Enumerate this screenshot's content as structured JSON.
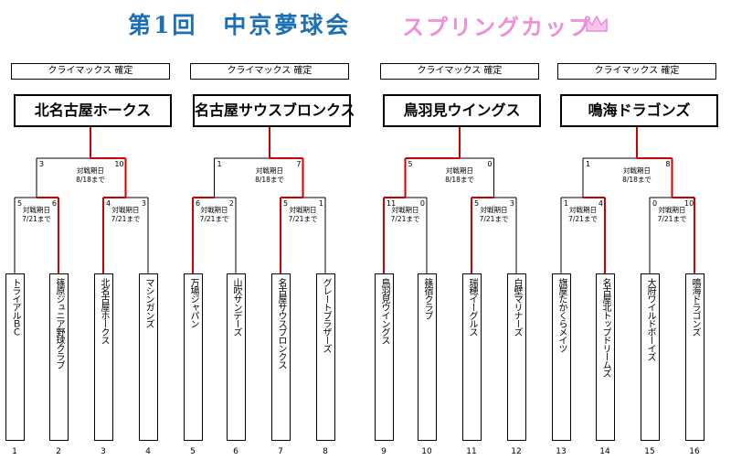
{
  "header": {
    "title": "第1回　中京夢球会",
    "subtitle": "スプリングカップ"
  },
  "blocks": [
    {
      "status": "クライマックス 確定",
      "winner": "北名古屋ホークス"
    },
    {
      "status": "クライマックス 確定",
      "winner": "名古屋サウスブロンクス"
    },
    {
      "status": "クライマックス 確定",
      "winner": "鳥羽見ウイングス"
    },
    {
      "status": "クライマックス 確定",
      "winner": "鳴海ドラゴンズ"
    }
  ],
  "teams": [
    {
      "no": "1",
      "name": "トライアルＢＣ"
    },
    {
      "no": "2",
      "name": "篠原ジュニア野球クラブ"
    },
    {
      "no": "3",
      "name": "北名古屋ホークス"
    },
    {
      "no": "4",
      "name": "マシンガンズ"
    },
    {
      "no": "5",
      "name": "万場ジャパン"
    },
    {
      "no": "6",
      "name": "山吹サンデーズ"
    },
    {
      "no": "7",
      "name": "名古屋サウスブロンクス"
    },
    {
      "no": "8",
      "name": "グレートブラザーズ"
    },
    {
      "no": "9",
      "name": "鳥羽見ウイングス"
    },
    {
      "no": "10",
      "name": "篠宿クラブ"
    },
    {
      "no": "11",
      "name": "瑞穂イーグルス"
    },
    {
      "no": "12",
      "name": "白壁マリナーズ"
    },
    {
      "no": "13",
      "name": "旗屋たかくらメイツ"
    },
    {
      "no": "14",
      "name": "名古屋北トップドリームズ"
    },
    {
      "no": "15",
      "name": "大府ワイルドボーイズ"
    },
    {
      "no": "16",
      "name": "鳴海ドラゴンズ"
    }
  ],
  "first_round": [
    {
      "score_left": "5",
      "score_right": "6",
      "label": "対戦期日",
      "deadline": "7/21まで",
      "winner": "right"
    },
    {
      "score_left": "4",
      "score_right": "3",
      "label": "対戦期日",
      "deadline": "7/21まで",
      "winner": "left"
    },
    {
      "score_left": "6",
      "score_right": "2",
      "label": "対戦期日",
      "deadline": "7/21まで",
      "winner": "left"
    },
    {
      "score_left": "5",
      "score_right": "1",
      "label": "対戦期日",
      "deadline": "7/21まで",
      "winner": "left"
    },
    {
      "score_left": "11",
      "score_right": "0",
      "label": "対戦期日",
      "deadline": "7/21まで",
      "winner": "left"
    },
    {
      "score_left": "5",
      "score_right": "3",
      "label": "対戦期日",
      "deadline": "7/21まで",
      "winner": "left"
    },
    {
      "score_left": "1",
      "score_right": "4",
      "label": "対戦期日",
      "deadline": "7/21まで",
      "winner": "right"
    },
    {
      "score_left": "0",
      "score_right": "10",
      "label": "対戦期日",
      "deadline": "7/21まで",
      "winner": "right"
    }
  ],
  "second_round": [
    {
      "score_left": "3",
      "score_right": "10",
      "label": "対戦期日",
      "deadline": "8/18まで",
      "winner": "right"
    },
    {
      "score_left": "1",
      "score_right": "7",
      "label": "対戦期日",
      "deadline": "8/18まで",
      "winner": "right"
    },
    {
      "score_left": "5",
      "score_right": "0",
      "label": "対戦期日",
      "deadline": "8/18まで",
      "winner": "left"
    },
    {
      "score_left": "1",
      "score_right": "8",
      "label": "対戦期日",
      "deadline": "8/18まで",
      "winner": "right"
    }
  ],
  "colors": {
    "title": "#1b6fb5",
    "subtitle": "#f08ed8",
    "winner_line": "#cc0000",
    "line": "#000000"
  }
}
